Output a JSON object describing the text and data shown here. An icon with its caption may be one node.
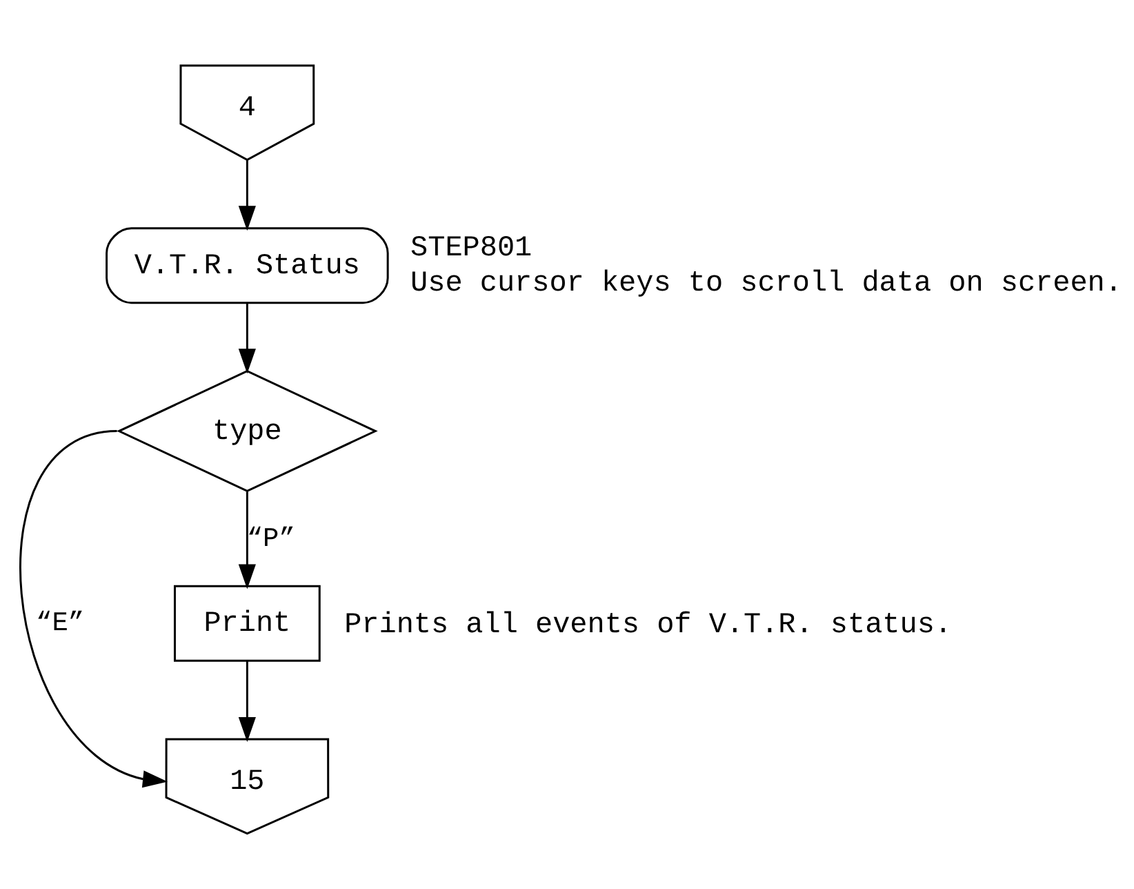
{
  "diagram": {
    "nodes": [
      {
        "text": [
          "4"
        ]
      },
      {
        "text": [
          "V.T.R. Status"
        ],
        "beside": [
          "STEP801",
          "Use cursor keys to scroll data on screen."
        ]
      },
      {
        "text": [
          "type"
        ]
      },
      {
        "text": [
          "Print"
        ],
        "beside": [
          "Prints all events of V.T.R. status."
        ]
      },
      {
        "text": [
          "15"
        ]
      }
    ],
    "edges": [
      {
        "from": 0,
        "to": 1,
        "arrow": "to"
      },
      {
        "from": 1,
        "to": 2,
        "arrow": "to"
      },
      {
        "from": 2,
        "to": 3,
        "arrow": "to",
        "label": "“P”"
      },
      {
        "from": 2,
        "to": 4,
        "arrow": "to",
        "label": "“E”"
      },
      {
        "from": 3,
        "to": 4,
        "arrow": "to"
      }
    ]
  }
}
